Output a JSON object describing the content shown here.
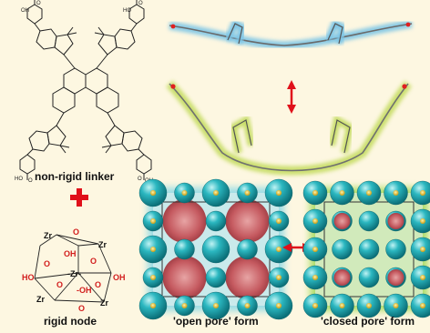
{
  "captions": {
    "linker": "non-rigid linker",
    "node": "rigid node",
    "open_pore": "'open pore' form",
    "closed_pore": "'closed pore' form"
  },
  "linker_labels": {
    "acid": "OH",
    "carbonyl": "O",
    "ho": "HO"
  },
  "node_labels": {
    "zr": "Zr",
    "o": "O",
    "oh": "OH",
    "ho": "HO",
    "oh_dash": "-OH",
    "zr_dash": "-Zr-"
  },
  "colors": {
    "background": "#fdf7e1",
    "arrow_red": "#e0101a",
    "sphere_teal": "#1aa7b3",
    "pore_red": "#c8585e",
    "halo_open": "#6fd1e6",
    "halo_closed": "#8bd33a",
    "mol_blue": "#7ec6e6",
    "mol_green": "#c9de6a"
  }
}
